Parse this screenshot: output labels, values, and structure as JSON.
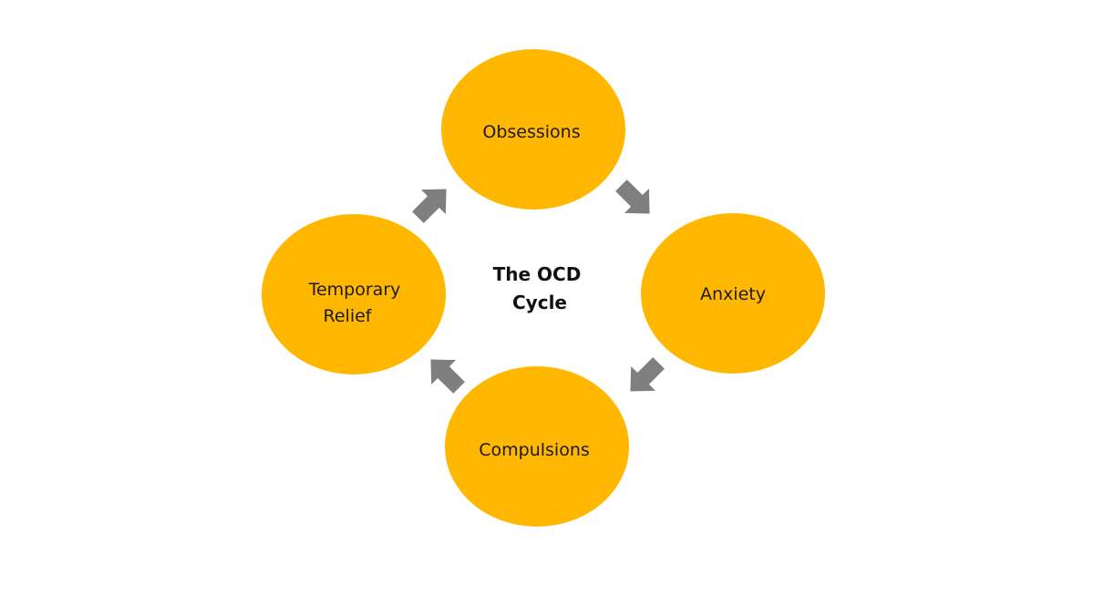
{
  "title": {
    "line1": "The OCD",
    "line2": "Cycle"
  },
  "stages": {
    "obsessions": "Obsessions",
    "anxiety": "Anxiety",
    "compulsions": "Compulsions",
    "relief_line1": "Temporary",
    "relief_line2": "Relief"
  },
  "colors": {
    "circle_fill": "#FFB700",
    "arrow_fill": "#7F7F7F",
    "background": "#FFFFFF"
  }
}
